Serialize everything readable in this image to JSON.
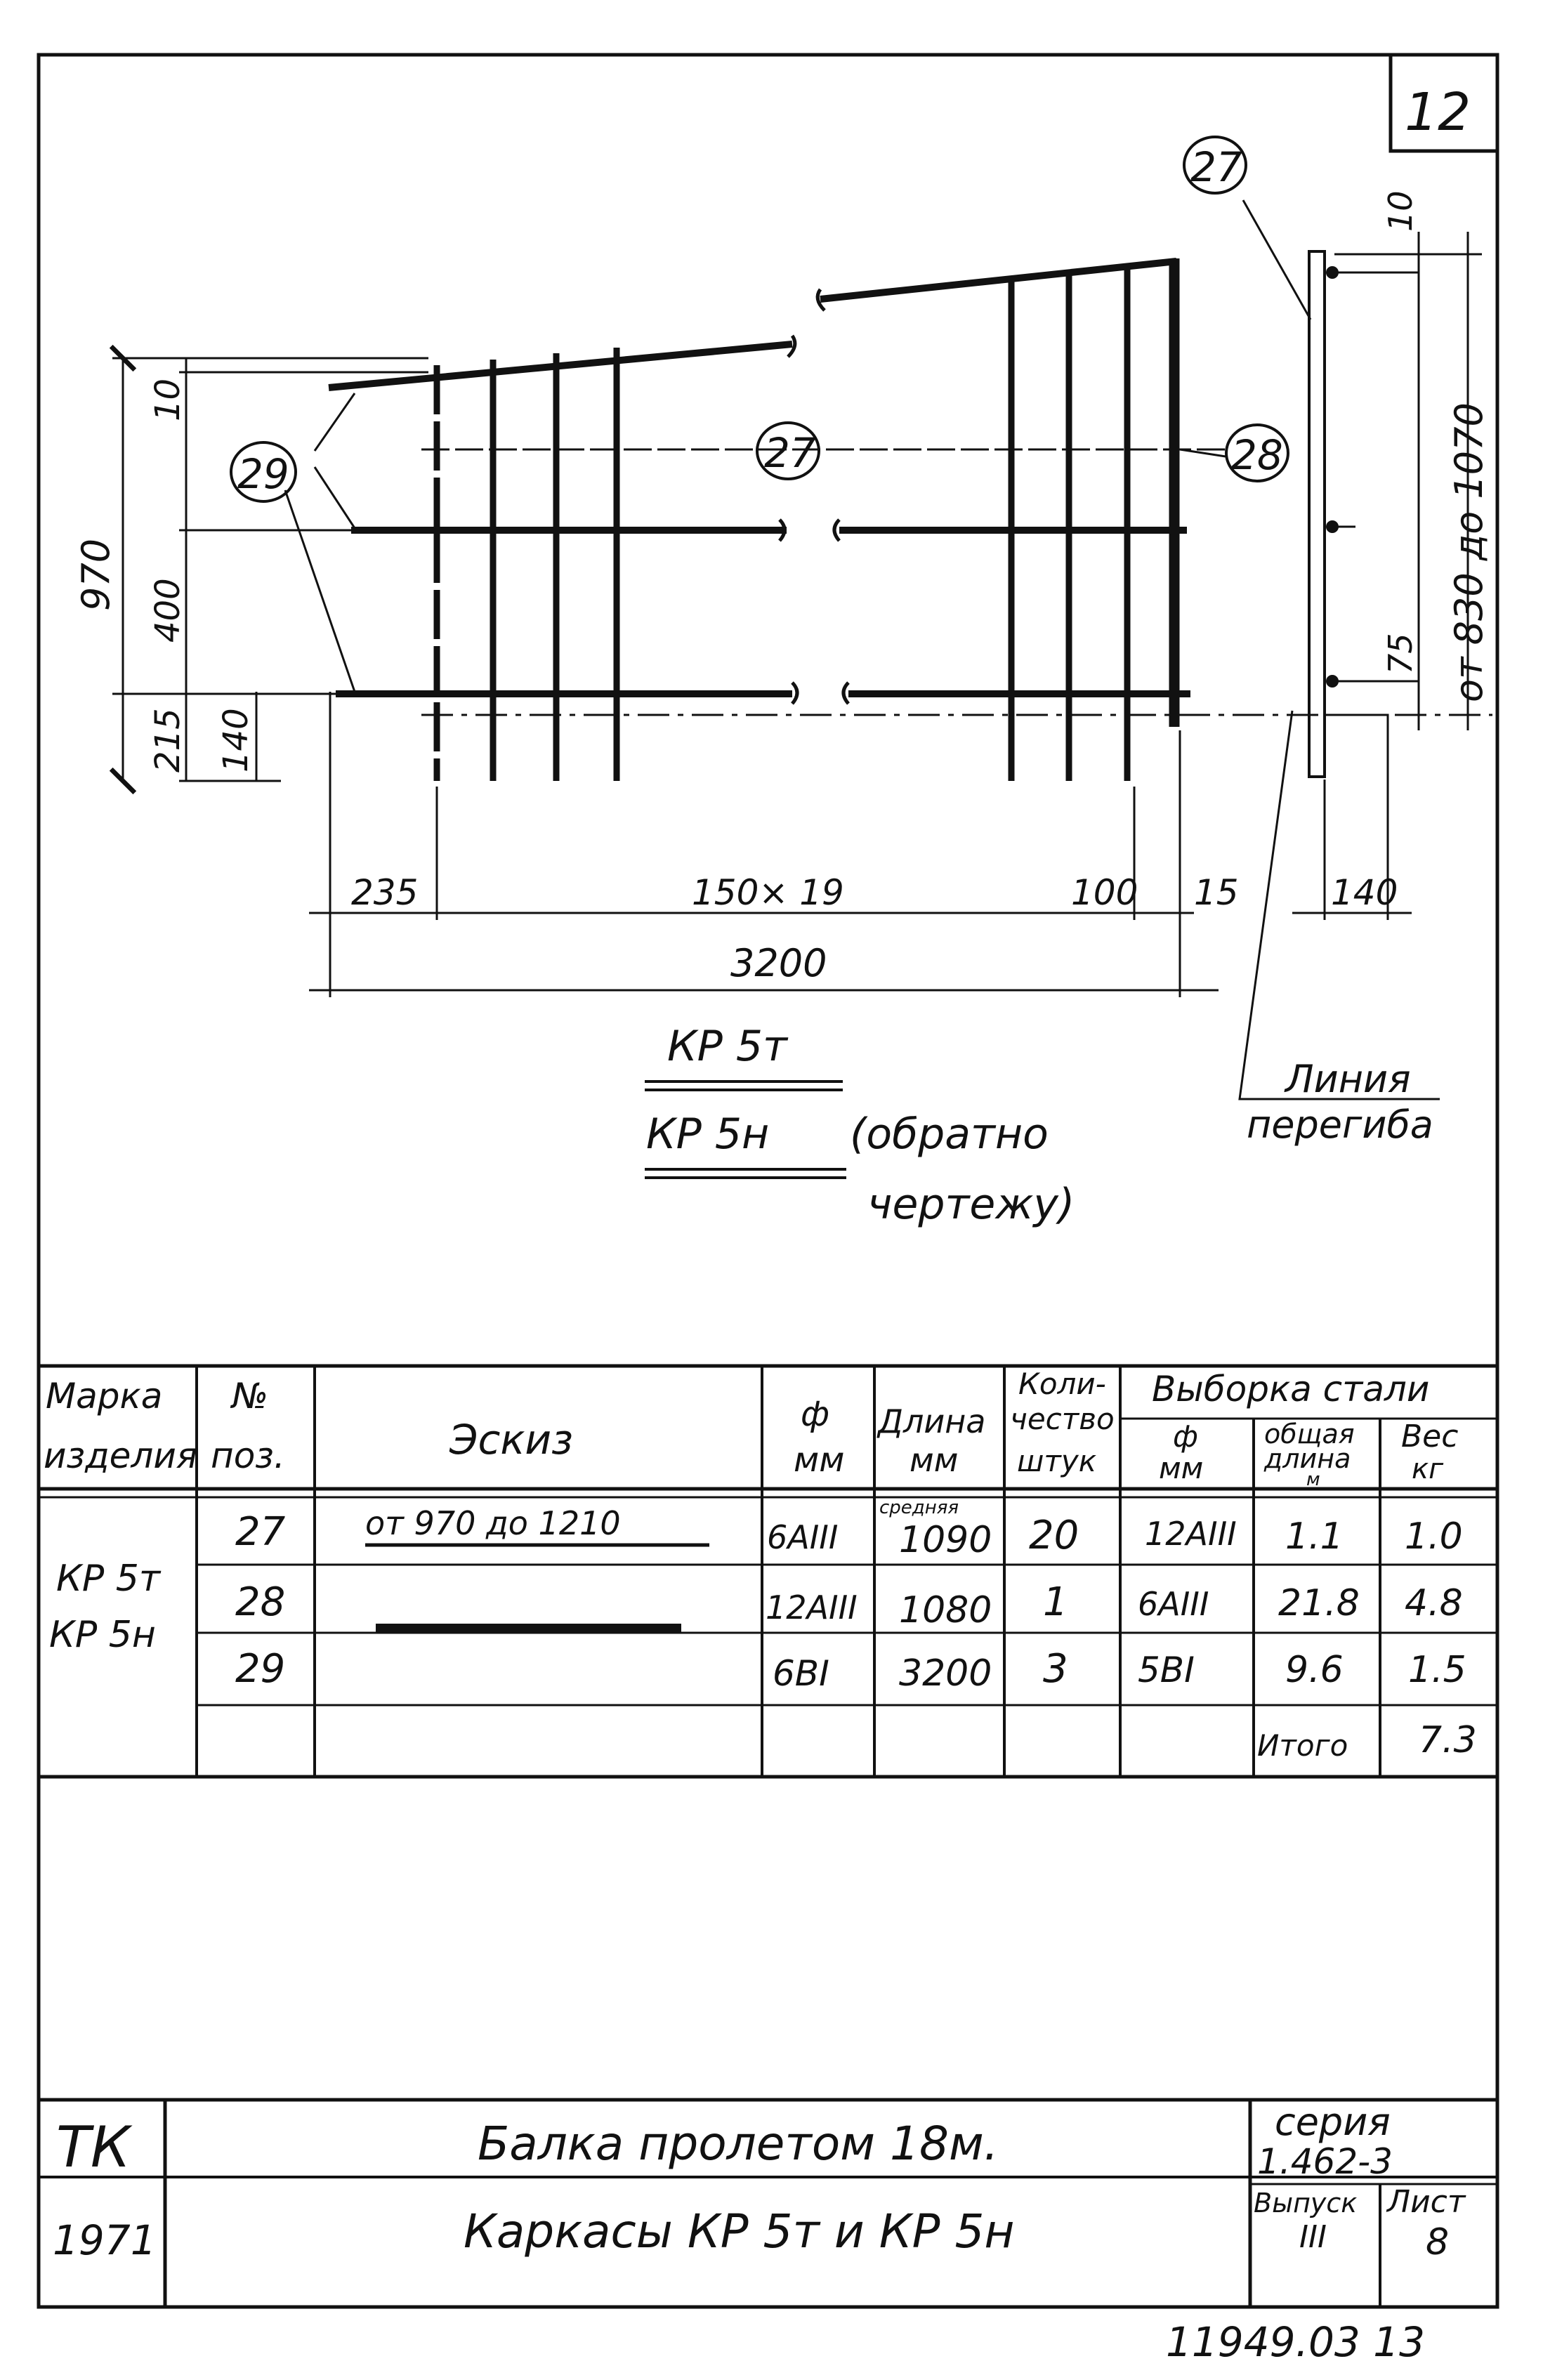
{
  "sheet_corner_number": "12",
  "drawing": {
    "callouts": [
      "27",
      "27",
      "28",
      "29"
    ],
    "dims_left": {
      "total": "970",
      "top": "10",
      "middle": "400",
      "bottom": "215",
      "bottom_inner": "140"
    },
    "dims_bottom": {
      "left": "235",
      "middle": "150× 19",
      "right_inner": "100",
      "right": "15",
      "total": "3200"
    },
    "dims_right": {
      "top": "10",
      "bottom": "75",
      "range": "от 830 до 1070",
      "width": "140"
    },
    "bend_line_label_1": "Линия",
    "bend_line_label_2": "перегиба",
    "product_mark_1": "КР 5т",
    "product_mark_2": "КР 5н",
    "mirror_note_1": "(обратно",
    "mirror_note_2": "чертежу)"
  },
  "spec_table": {
    "headers": {
      "mark": [
        "Марка",
        "изделия"
      ],
      "pos": [
        "№",
        "поз."
      ],
      "sketch": "Эскиз",
      "diam": [
        "ф",
        "мм"
      ],
      "length": [
        "Длина",
        "мм"
      ],
      "qty": [
        "Коли-",
        "чество",
        "штук"
      ],
      "steel_group": "Выборка стали",
      "steel_diam": [
        "ф",
        "мм"
      ],
      "steel_total": [
        "общая",
        "длина",
        "м"
      ],
      "steel_weight": [
        "Вес",
        "кг"
      ]
    },
    "mark_values": [
      "КР 5т",
      "КР 5н"
    ],
    "rows": [
      {
        "pos": "27",
        "sketch": "от 970 до 1210",
        "diam": "6АIII",
        "length_note": "средняя",
        "length": "1090",
        "qty": "20",
        "steel_diam": "12АIII",
        "steel_total": "1.1",
        "steel_weight": "1.0"
      },
      {
        "pos": "28",
        "sketch": "",
        "diam": "12АIII",
        "length_note": "",
        "length": "1080",
        "qty": "1",
        "steel_diam": "6АIII",
        "steel_total": "21.8",
        "steel_weight": "4.8"
      },
      {
        "pos": "29",
        "sketch": "",
        "diam": "6ВI",
        "length_note": "",
        "length": "3200",
        "qty": "3",
        "steel_diam": "5ВI",
        "steel_total": "9.6",
        "steel_weight": "1.5"
      }
    ],
    "total_label": "Итого",
    "total_weight": "7.3"
  },
  "title_block": {
    "org": "ТК",
    "year": "1971",
    "title_1": "Балка пролетом 18м.",
    "title_2": "Каркасы КР 5т и КР 5н",
    "series_label": "серия",
    "series_value": "1.462-3",
    "issue_label": "Выпуск",
    "issue_value": "III",
    "sheet_label": "Лист",
    "sheet_value": "8"
  },
  "footer_code": "11949.03 13"
}
